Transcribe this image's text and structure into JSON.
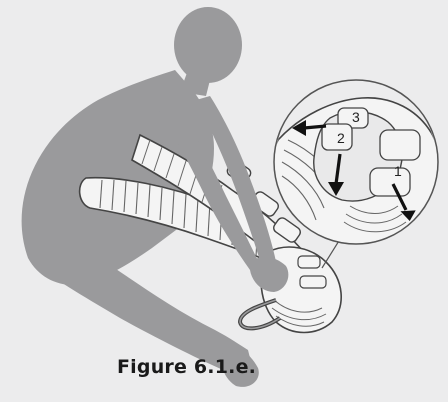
{
  "figure": {
    "caption": "Figure 6.1.e.",
    "step_markers": [
      "1",
      "2",
      "3"
    ]
  }
}
